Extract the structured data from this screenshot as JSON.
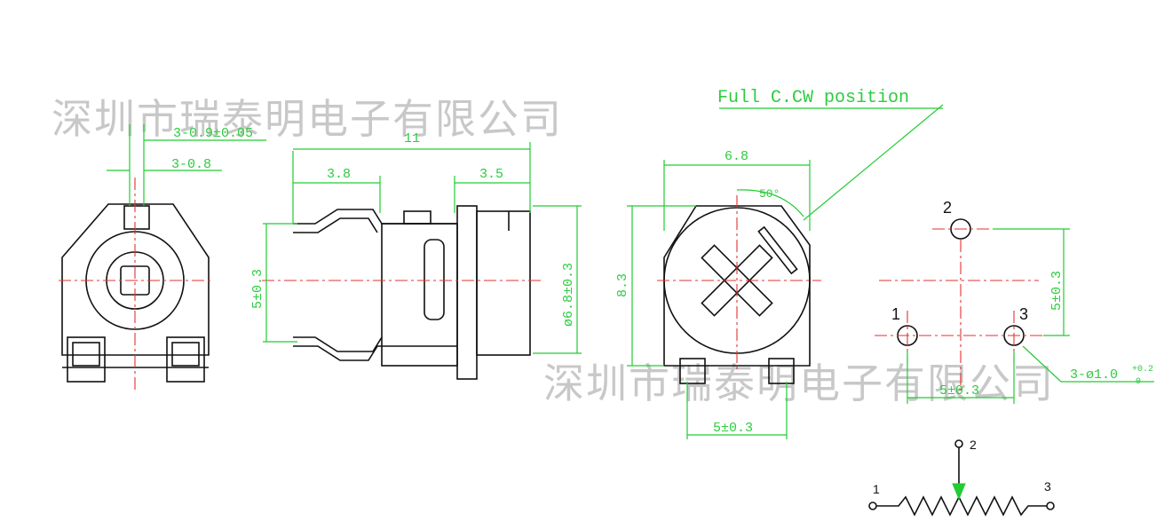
{
  "watermark": "深圳市瑞泰明电子有限公司",
  "note": "Full C.CW position",
  "dims": {
    "holes": "3-0.9±0.05",
    "slot": "3-0.8",
    "length": "11",
    "lead_pitch_side": "3.8",
    "body_depth": "3.5",
    "pin_span_side": "5±0.3",
    "diameter": "ø6.8±0.3",
    "width": "6.8",
    "angle": "50°",
    "height": "8.3",
    "pin_span_front": "5±0.3",
    "pcb_y": "5±0.3",
    "pcb_x": "5±0.3",
    "pcb_holes": "3-ø1.0",
    "pcb_holes_tol": "+0.2",
    "pcb_holes_tol2": "0"
  },
  "pins": {
    "p1": "1",
    "p2": "2",
    "p3": "3"
  },
  "schematic": {
    "p1": "1",
    "p2": "2",
    "p3": "3"
  }
}
